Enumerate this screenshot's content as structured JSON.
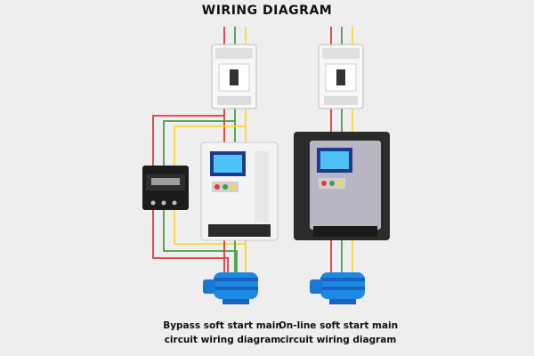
{
  "title": "WIRING DIAGRAM",
  "captions": {
    "left_line1": "Bypass soft start main",
    "left_line2": "circuit wiring diagram",
    "right_line1": "On-line soft start main",
    "right_line2": "circuit wiring diagram"
  },
  "colors": {
    "wire_red": "#e53935",
    "wire_green": "#43a047",
    "wire_yellow": "#fdd835",
    "motor_blue": "#1e88e5"
  },
  "icons": {
    "breaker": "circuit-breaker-icon",
    "contactor": "contactor-icon",
    "soft_starter": "soft-starter-icon",
    "motor": "motor-icon"
  }
}
